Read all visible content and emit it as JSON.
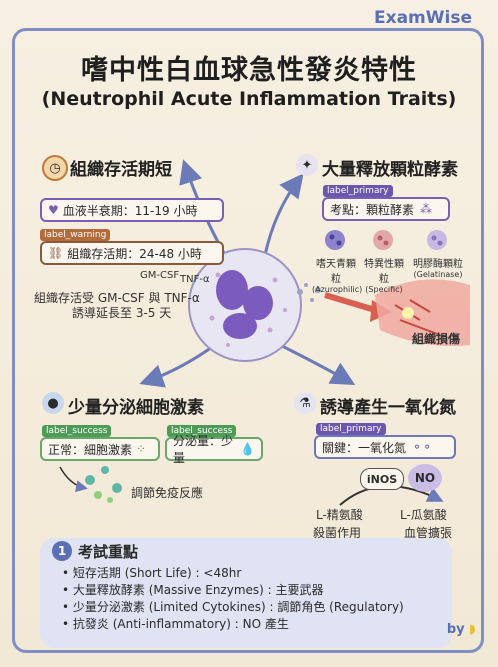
{
  "brand": "ExamWise",
  "title": "嗜中性白血球急性發炎特性",
  "subtitle": "(Neutrophil Acute Inflammation Traits)",
  "sections": {
    "short_life": {
      "title": "組織存活期短",
      "half_life": "血液半衰期：11-19 小時",
      "tag": "label_warning",
      "survival": "組織存活期：24-48 小時",
      "gmcsf": "GM-CSF",
      "tnf": "TNF-α",
      "note_line1": "組織存活受 GM-CSF 與 TNF-α",
      "note_line2": "誘導延長至 3-5 天"
    },
    "enzymes": {
      "title": "大量釋放顆粒酵素",
      "tag": "label_primary",
      "key": "考點：顆粒酵素",
      "granule1_line1": "嗜天青顆粒",
      "granule1_line2": "(Azurophilic)",
      "granule2_line1": "特異性顆粒",
      "granule2_line2": "(Specific)",
      "granule3_line1": "明膠酶顆粒",
      "granule3_line2": "(Gelatinase)",
      "damage": "組織損傷"
    },
    "cytokines": {
      "tag1": "label_success",
      "tag2": "label_success",
      "title": "少量分泌細胞激素",
      "normal": "正常：細胞激素",
      "amount": "分泌量：少量",
      "regulate": "調節免疫反應"
    },
    "no": {
      "title": "誘導產生一氧化氮",
      "tag": "label_primary",
      "key": "關鍵：一氧化氮",
      "inos": "iNOS",
      "no": "NO",
      "arginine": "L-精氨酸",
      "citrulline": "L-瓜氨酸",
      "kill": "殺菌作用",
      "vaso": "血管擴張"
    }
  },
  "exam": {
    "number": "1",
    "title": "考試重點",
    "items": [
      "短存活期 (Short Life) : <48hr",
      "大量釋放酵素 (Massive Enzymes) : 主要武器",
      "少量分泌激素 (Limited Cytokines) : 調節角色 (Regulatory)",
      "抗發炎 (Anti-inflammatory) : NO 產生"
    ]
  },
  "byline": "by",
  "colors": {
    "accent": "#5a6fb5",
    "frame": "#7f8fc4",
    "warning": "#b36b3a",
    "primary": "#6b56b0",
    "success": "#4d9b57"
  }
}
